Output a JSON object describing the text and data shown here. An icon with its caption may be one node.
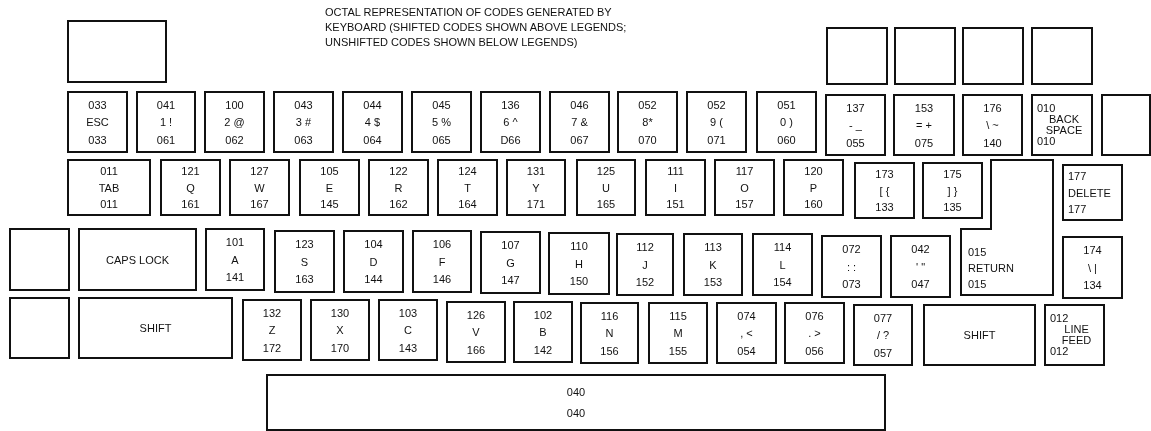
{
  "diagram": {
    "title": "OCTAL REPRESENTATION OF CODES GENERATED BY KEYBOARD (SHIFTED CODES SHOWN ABOVE LEGENDS; UNSHIFTED CODES SHOWN BELOW LEGENDS)",
    "nodes": [
      {
        "text": [],
        "shape": "box"
      },
      {
        "text": [],
        "shape": "box"
      },
      {
        "text": [],
        "shape": "box"
      },
      {
        "text": [],
        "shape": "box"
      },
      {
        "text": [],
        "shape": "box"
      },
      {
        "text": [
          "033",
          "ESC",
          "033"
        ]
      },
      {
        "text": [
          "041",
          "1 !",
          "061"
        ]
      },
      {
        "text": [
          "100",
          "2 @",
          "062"
        ]
      },
      {
        "text": [
          "043",
          "3 #",
          "063"
        ]
      },
      {
        "text": [
          "044",
          "4 $",
          "064"
        ]
      },
      {
        "text": [
          "045",
          "5 %",
          "065"
        ]
      },
      {
        "text": [
          "136",
          "6 ^",
          "D66"
        ]
      },
      {
        "text": [
          "046",
          "7 &",
          "067"
        ]
      },
      {
        "text": [
          "052",
          "8*",
          "070"
        ]
      },
      {
        "text": [
          "052",
          "9 (",
          "071"
        ]
      },
      {
        "text": [
          "051",
          "0 )",
          "060"
        ]
      },
      {
        "text": [
          "137",
          "- _",
          "055"
        ]
      },
      {
        "text": [
          "153",
          "= +",
          "075"
        ]
      },
      {
        "text": [
          "176",
          "\\ ~",
          "140"
        ]
      },
      {
        "text": [
          "010",
          "BACK SPACE",
          "010"
        ]
      },
      {
        "text": [],
        "shape": "box"
      },
      {
        "text": [
          "011",
          "TAB",
          "011"
        ]
      },
      {
        "text": [
          "121",
          "Q",
          "161"
        ]
      },
      {
        "text": [
          "127",
          "W",
          "167"
        ]
      },
      {
        "text": [
          "105",
          "E",
          "145"
        ]
      },
      {
        "text": [
          "122",
          "R",
          "162"
        ]
      },
      {
        "text": [
          "124",
          "T",
          "164"
        ]
      },
      {
        "text": [
          "131",
          "Y",
          "171"
        ]
      },
      {
        "text": [
          "125",
          "U",
          "165"
        ]
      },
      {
        "text": [
          "111",
          "I",
          "151"
        ]
      },
      {
        "text": [
          "117",
          "O",
          "157"
        ]
      },
      {
        "text": [
          "120",
          "P",
          "160"
        ]
      },
      {
        "text": [
          "173",
          "[ {",
          "133"
        ]
      },
      {
        "text": [
          "175",
          "] }",
          "135"
        ]
      },
      {
        "text": [
          "015",
          "RETURN",
          "015"
        ]
      },
      {
        "text": [
          "177",
          "DELETE",
          "177"
        ]
      },
      {
        "text": [],
        "shape": "box"
      },
      {
        "text": [
          "CAPS LOCK"
        ]
      },
      {
        "text": [
          "101",
          "A",
          "141"
        ]
      },
      {
        "text": [
          "123",
          "S",
          "163"
        ]
      },
      {
        "text": [
          "104",
          "D",
          "144"
        ]
      },
      {
        "text": [
          "106",
          "F",
          "146"
        ]
      },
      {
        "text": [
          "107",
          "G",
          "147"
        ]
      },
      {
        "text": [
          "110",
          "H",
          "150"
        ]
      },
      {
        "text": [
          "112",
          "J",
          "152"
        ]
      },
      {
        "text": [
          "113",
          "K",
          "153"
        ]
      },
      {
        "text": [
          "114",
          "L",
          "154"
        ]
      },
      {
        "text": [
          "072",
          ": :",
          "073"
        ]
      },
      {
        "text": [
          "042",
          "' \"",
          "047"
        ]
      },
      {
        "text": [
          "174",
          "\\ |",
          "134"
        ]
      },
      {
        "text": [],
        "shape": "box"
      },
      {
        "text": [
          "SHIFT"
        ]
      },
      {
        "text": [
          "132",
          "Z",
          "172"
        ]
      },
      {
        "text": [
          "130",
          "X",
          "170"
        ]
      },
      {
        "text": [
          "103",
          "C",
          "143"
        ]
      },
      {
        "text": [
          "126",
          "V",
          "166"
        ]
      },
      {
        "text": [
          "102",
          "B",
          "142"
        ]
      },
      {
        "text": [
          "116",
          "N",
          "156"
        ]
      },
      {
        "text": [
          "115",
          "M",
          "155"
        ]
      },
      {
        "text": [
          "074",
          ", <",
          "054"
        ]
      },
      {
        "text": [
          "076",
          ". >",
          "056"
        ]
      },
      {
        "text": [
          "077",
          "/ ?",
          "057"
        ]
      },
      {
        "text": [
          "SHIFT"
        ]
      },
      {
        "text": [
          "012",
          "LINE FEED",
          "012"
        ]
      },
      {
        "text": [
          "040",
          "040"
        ]
      }
    ]
  }
}
